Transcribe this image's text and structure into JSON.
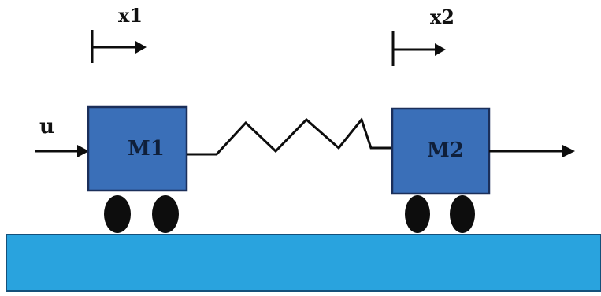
{
  "labels": {
    "x1": "x1",
    "x2": "x2",
    "input": "u",
    "mass1": "M1",
    "mass2": "M2"
  },
  "colors": {
    "mass_fill": "#3a6fb8",
    "mass_border": "#1b2f5a",
    "ground_fill": "#29a3de",
    "ground_border": "#15507a",
    "wheel": "#0d0d0d",
    "line": "#0d0d0d"
  }
}
